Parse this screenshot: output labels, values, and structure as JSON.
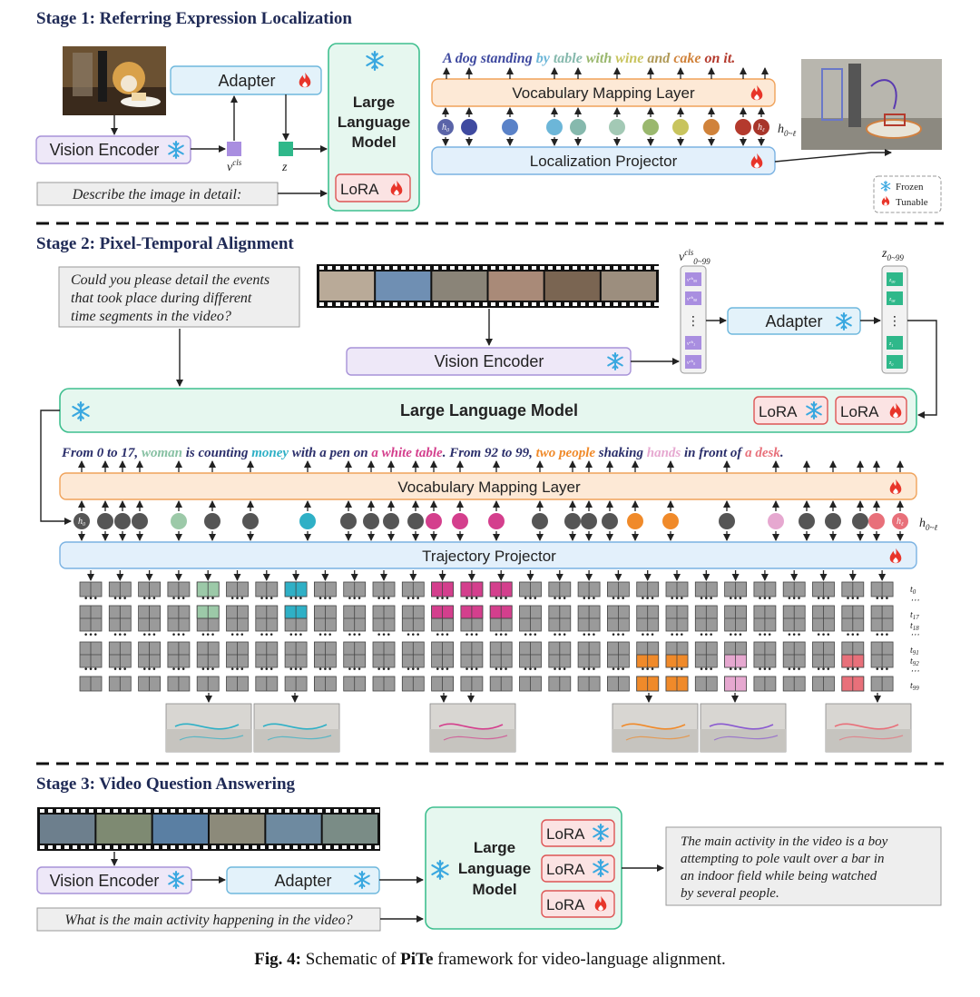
{
  "stage1": {
    "title": "Stage 1: Referring Expression Localization",
    "adapter": "Adapter",
    "vision_encoder": "Vision Encoder",
    "llm_line1": "Large",
    "llm_line2": "Language",
    "llm_line3": "Model",
    "lora": "LoRA",
    "vocab_layer": "Vocabulary Mapping Layer",
    "localization_projector": "Localization Projector",
    "prompt": "Describe the image in detail:",
    "v_label": "v",
    "v_sup": "cls",
    "z_label": "z",
    "h_label": "h",
    "h_sub": "0~ℓ",
    "node_h0": "h",
    "node_h0_sub": "0",
    "node_hl": "h",
    "node_hl_sub": "ℓ",
    "caption_segments": [
      {
        "text": "A dog standing ",
        "color": "#3f4aa0"
      },
      {
        "text": "by ",
        "color": "#6cb6d8"
      },
      {
        "text": "table ",
        "color": "#86b9ad"
      },
      {
        "text": "with ",
        "color": "#9ab86e"
      },
      {
        "text": "wine ",
        "color": "#c8c45e"
      },
      {
        "text": "and ",
        "color": "#b09a58"
      },
      {
        "text": "cake ",
        "color": "#d0823a"
      },
      {
        "text": "on it.",
        "color": "#b43a2d"
      }
    ],
    "legend_frozen": "Frozen",
    "legend_tunable": "Tunable"
  },
  "stage2": {
    "title": "Stage 2: Pixel-Temporal Alignment",
    "question_line1": "Could you please detail the events",
    "question_line2": "that took place during different",
    "question_line3": "time segments in the video?",
    "vision_encoder": "Vision Encoder",
    "adapter": "Adapter",
    "llm": "Large Language Model",
    "lora1": "LoRA",
    "lora2": "LoRA",
    "vocab_layer": "Vocabulary Mapping Layer",
    "trajectory_projector": "Trajectory Projector",
    "v_label": "v",
    "v_sup": "cls",
    "v_sub": "0~99",
    "z_label": "z",
    "z_sub": "0~99",
    "h_label": "h",
    "h_sub": "0~ℓ",
    "ellipsis": "⋮",
    "v_stack": [
      {
        "base": "v",
        "sup": "cls",
        "sub": "99"
      },
      {
        "base": "v",
        "sup": "cls",
        "sub": "98"
      },
      {
        "base": "v",
        "sup": "cls",
        "sub": "1"
      },
      {
        "base": "v",
        "sup": "cls",
        "sub": "0"
      }
    ],
    "z_stack": [
      {
        "base": "z",
        "sub": "99"
      },
      {
        "base": "z",
        "sub": "98"
      },
      {
        "base": "z",
        "sub": "1"
      },
      {
        "base": "z",
        "sub": "0"
      }
    ],
    "node_h0": "h",
    "node_h0_sub": "0",
    "node_hl": "h",
    "node_hl_sub": "ℓ",
    "caption_segments": [
      {
        "text": "From 0 to 17, ",
        "color": "#2b2f6b"
      },
      {
        "text": "woman ",
        "color": "#86c0a2"
      },
      {
        "text": "is counting ",
        "color": "#2b2f6b"
      },
      {
        "text": "money ",
        "color": "#2fb0c6"
      },
      {
        "text": "with a pen on ",
        "color": "#2b2f6b"
      },
      {
        "text": "a white table",
        "color": "#d43f8d"
      },
      {
        "text": ". From 92 to 99, ",
        "color": "#2b2f6b"
      },
      {
        "text": "two people ",
        "color": "#f08a2a"
      },
      {
        "text": "shaking ",
        "color": "#2b2f6b"
      },
      {
        "text": "hands ",
        "color": "#e6a8d0"
      },
      {
        "text": "in front of ",
        "color": "#2b2f6b"
      },
      {
        "text": "a desk",
        "color": "#e8707a"
      },
      {
        "text": ".",
        "color": "#2b2f6b"
      }
    ],
    "time_labels": [
      {
        "base": "t",
        "sub": "0"
      },
      {
        "base": "⋯",
        "sub": ""
      },
      {
        "base": "t",
        "sub": "17"
      },
      {
        "base": "t",
        "sub": "18"
      },
      {
        "base": "⋯",
        "sub": ""
      },
      {
        "base": "t",
        "sub": "91"
      },
      {
        "base": "t",
        "sub": "92"
      },
      {
        "base": "⋯",
        "sub": ""
      },
      {
        "base": "t",
        "sub": "99"
      }
    ],
    "grid_ellipsis": "•••"
  },
  "stage3": {
    "title": "Stage 3: Video Question Answering",
    "vision_encoder": "Vision Encoder",
    "adapter": "Adapter",
    "llm_line1": "Large",
    "llm_line2": "Language",
    "llm_line3": "Model",
    "lora1": "LoRA",
    "lora2": "LoRA",
    "lora3": "LoRA",
    "question": "What is the main activity happening in the video?",
    "answer_line1": "The main activity in the video is a boy",
    "answer_line2": "attempting to pole vault over a bar in",
    "answer_line3": "an indoor field while being watched",
    "answer_line4": "by several people."
  },
  "caption": {
    "fig": "Fig. 4:",
    "pre": "Schematic of",
    "name": "PiTe",
    "post": "framework for video-language alignment."
  },
  "colors": {
    "accent_green": "#3fbf8f",
    "llm_fill": "#e6f7ef",
    "adapter_fill": "#e3f2fa",
    "encoder_fill": "#eee8f8",
    "vocab_fill": "#fde9d6",
    "projector_fill": "#e3f0fb",
    "lora_fill": "#fbe3e3",
    "frozen": "#3aa8e0",
    "tunable": "#e8352a",
    "token_gray": "#555555"
  },
  "icons": {
    "frozen": "snowflake-icon",
    "tunable": "flame-icon"
  }
}
